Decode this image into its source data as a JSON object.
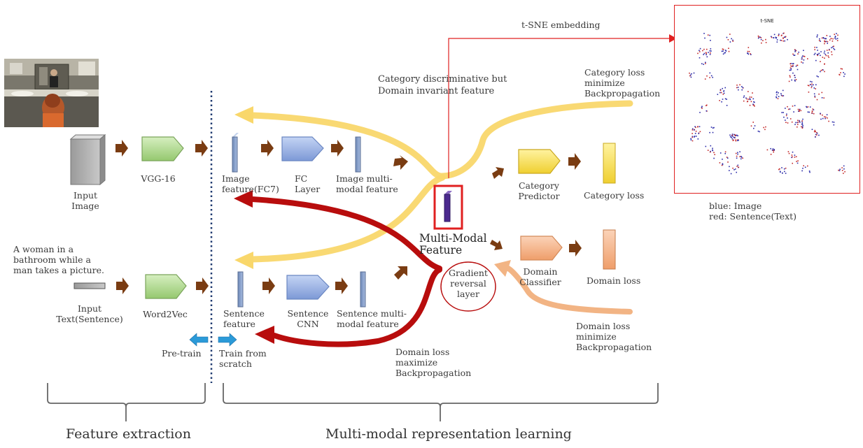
{
  "labels": {
    "input_image": "Input\nImage",
    "vgg16": "VGG-16",
    "image_feature": "Image\nfeature(FC7)",
    "fc_layer": "FC\nLayer",
    "image_mm_feature": "Image multi-\nmodal feature",
    "category_predictor": "Category\nPredictor",
    "category_loss": "Category loss",
    "sentence_text": "A woman in a\nbathroom while a\nman takes a picture.",
    "input_text": "Input\nText(Sentence)",
    "word2vec": "Word2Vec",
    "sentence_feature": "Sentence\nfeature",
    "sentence_cnn": "Sentence\nCNN",
    "sentence_mm_feature": "Sentence multi-\nmodal feature",
    "multi_modal_feature": "Multi-Modal\nFeature",
    "gradient_reversal": "Gradient\nreversal\nlayer",
    "domain_classifier": "Domain\nClassifier",
    "domain_loss": "Domain loss",
    "pretrain": "Pre-train",
    "train_scratch": "Train from\nscratch",
    "domain_loss_maximize": "Domain loss\nmaximize\nBackpropagation",
    "domain_loss_minimize": "Domain loss\nminimize\nBackpropagation",
    "category_loss_minimize": "Category loss\nminimize\nBackpropagation",
    "cat_disc": "Category discriminative but\nDomain invariant feature",
    "tsne_embedding": "t-SNE embedding",
    "tsne_title": "t-SNE",
    "legend": "blue: Image\nred: Sentence(Text)",
    "feature_extraction": "Feature extraction",
    "mm_learning": "Multi-modal representation learning"
  },
  "colors": {
    "brown_arrow": "#7a3c12",
    "yellow_flow": "#f9d76b",
    "red_flow": "#b80d0d",
    "orange_flow": "#f2b484",
    "green_block": "#b5dd98",
    "blue_block": "#9db6e6",
    "yellow_block": "#f8e060",
    "orange_block": "#f6b48a",
    "feature_bar": "#8aa2cc",
    "mm_bar": "#5b2d9a",
    "highlight_red": "#e02020",
    "tsne_image": "#2a2aa8",
    "tsne_text": "#c42a2a",
    "pretrain_blue": "#2b9ad8"
  }
}
